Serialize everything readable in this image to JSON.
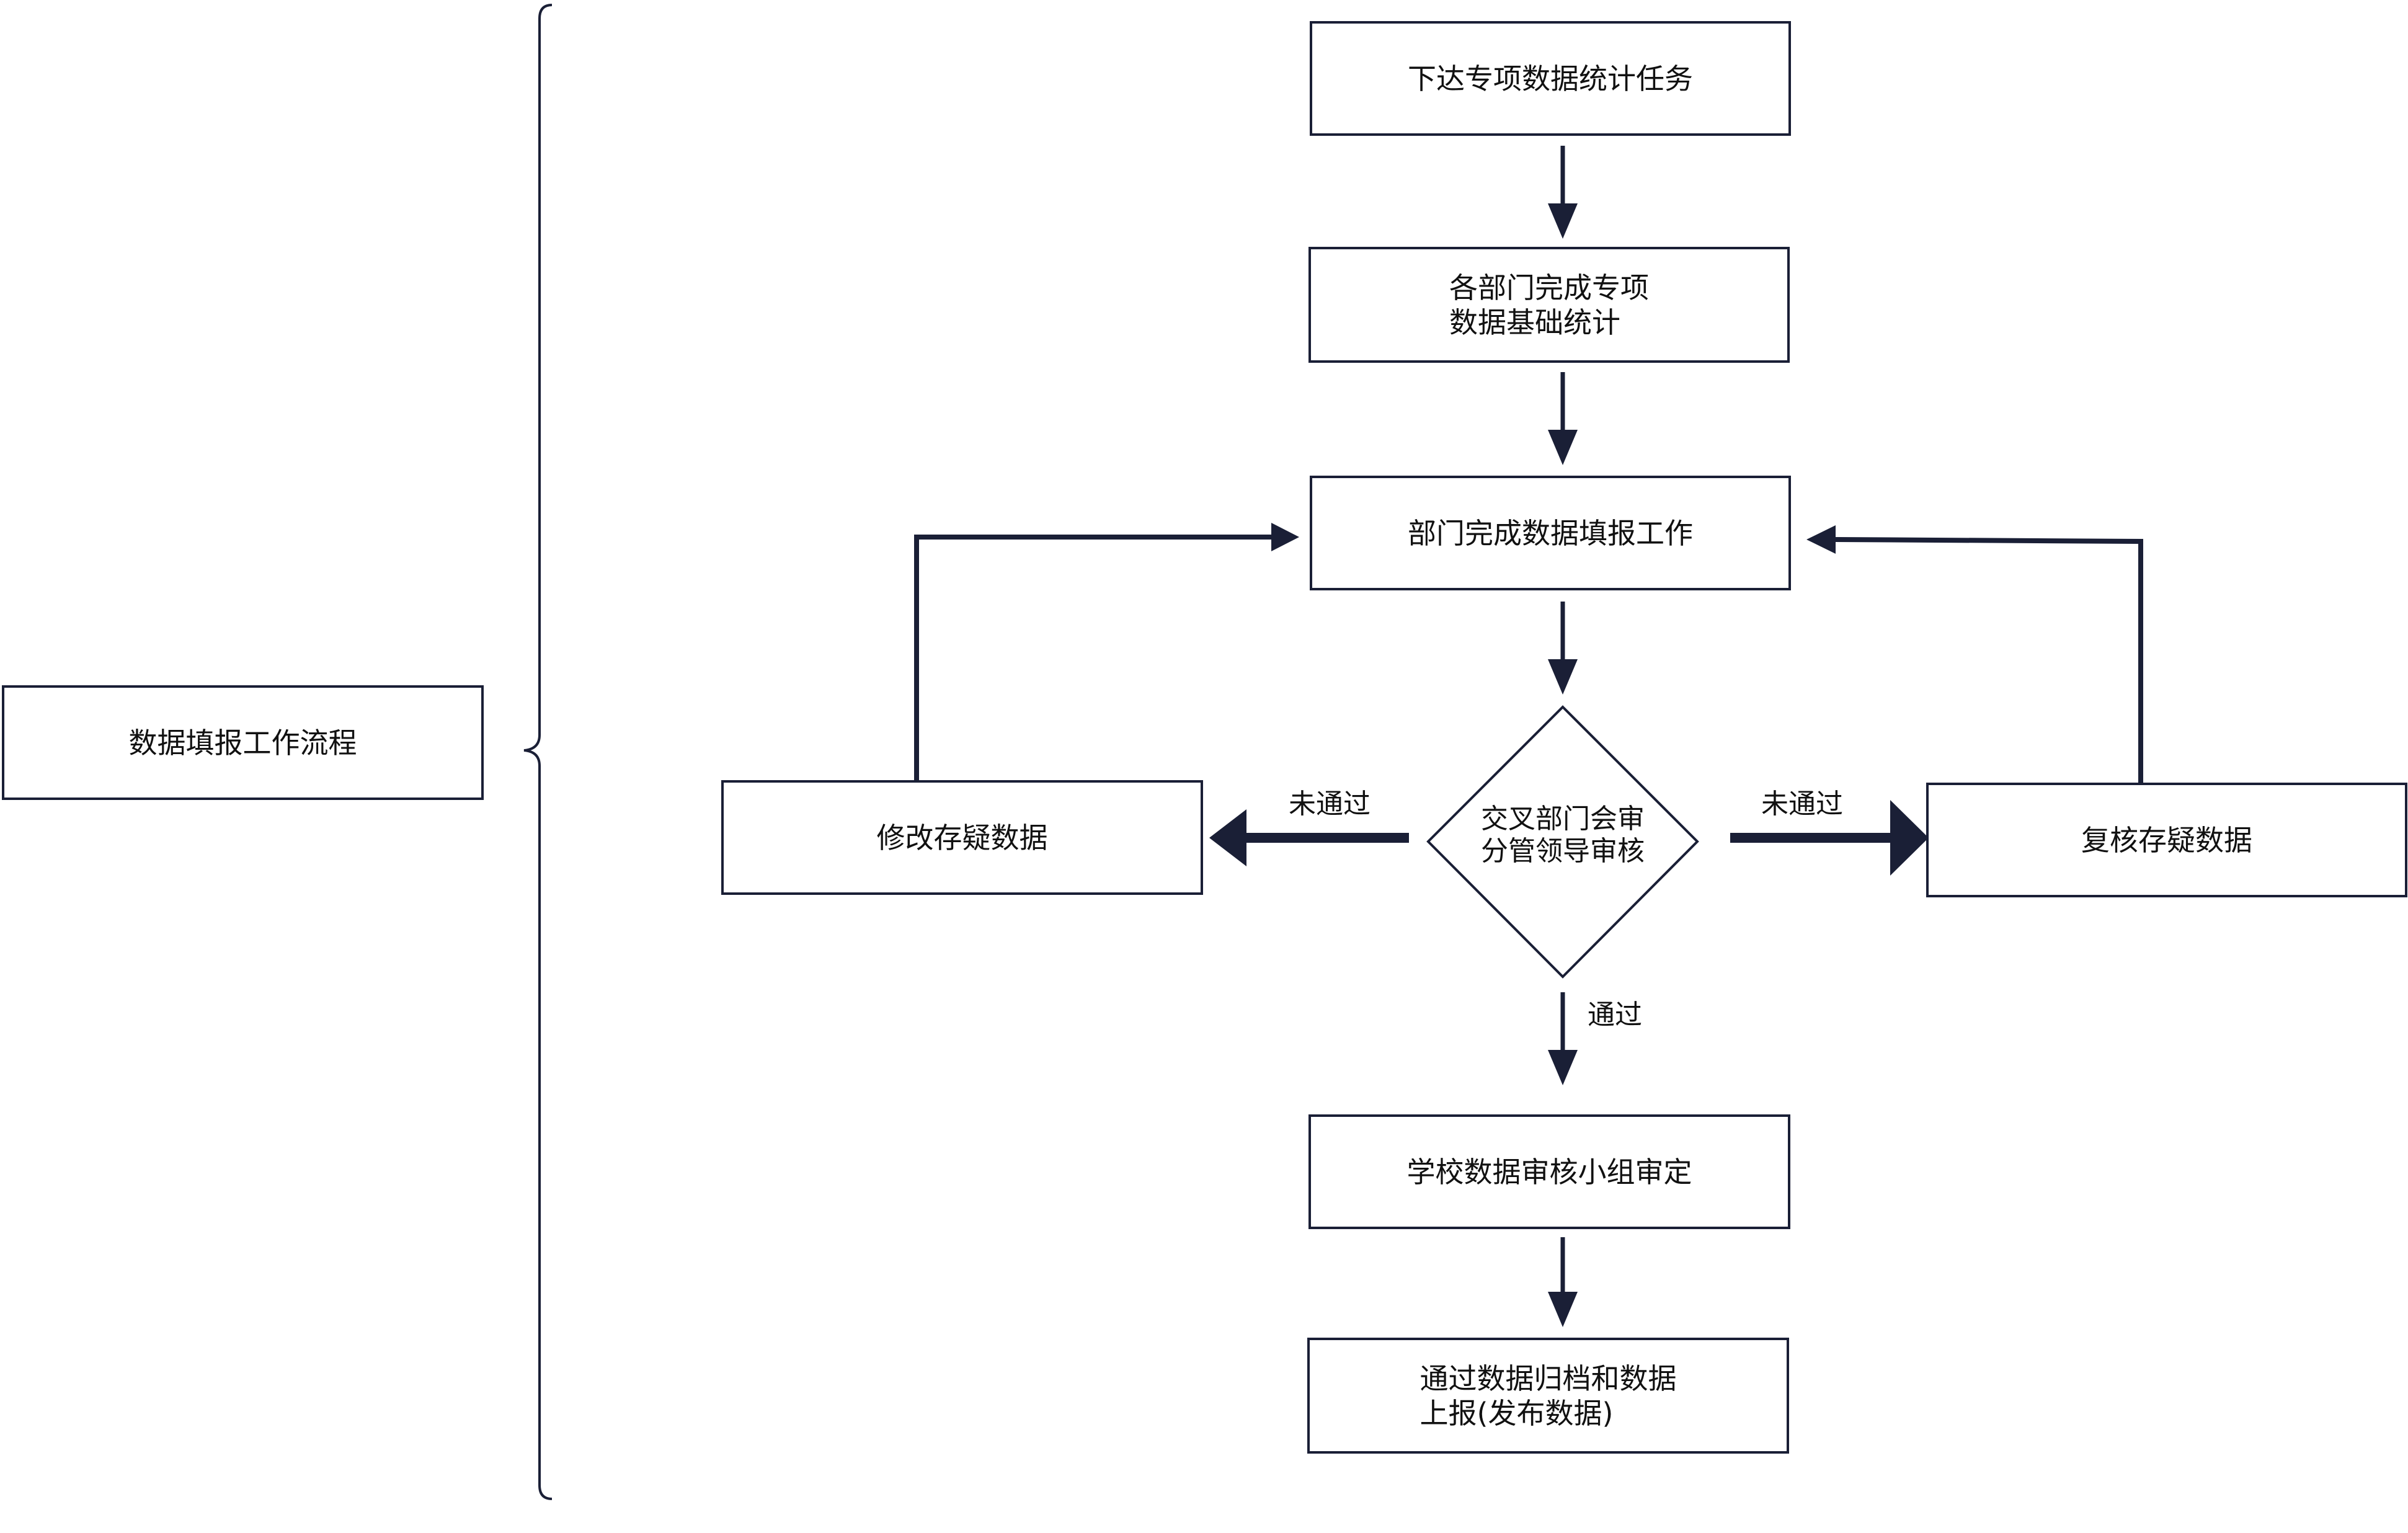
{
  "diagram": {
    "left_title": "数据填报工作流程",
    "steps": {
      "issue_task": "下达专项数据统计任务",
      "dept_basic_stats": "各部门完成专项\n数据基础统计",
      "dept_fill_report": "部门完成数据填报工作",
      "cross_review": "交叉部门会审\n分管领导审核",
      "modify_data": "修改存疑数据",
      "recheck_data": "复核存疑数据",
      "school_approval": "学校数据审核小组审定",
      "archive_publish": "通过数据归档和数据\n上报(发布数据)"
    },
    "edge_labels": {
      "not_passed_left": "未通过",
      "not_passed_right": "未通过",
      "passed": "通过"
    },
    "colors": {
      "stroke": "#1a1f36",
      "text": "#111111",
      "background": "#ffffff"
    }
  }
}
